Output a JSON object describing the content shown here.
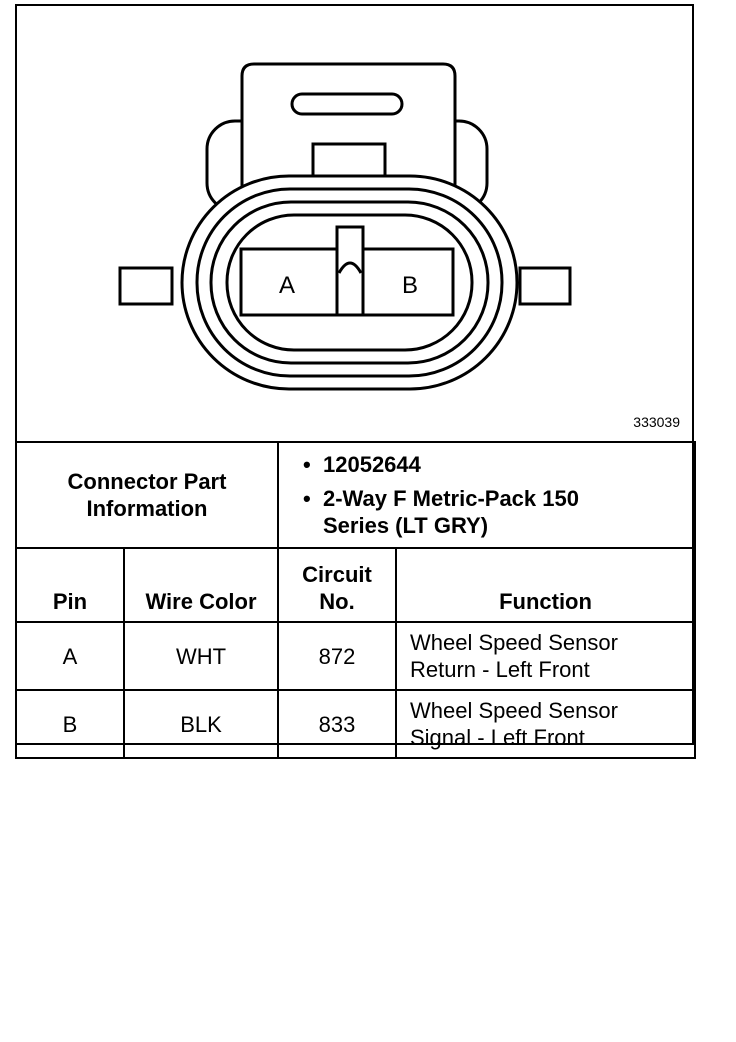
{
  "diagram": {
    "figure_id": "333039",
    "pins": [
      {
        "letter": "A"
      },
      {
        "letter": "B"
      }
    ]
  },
  "connector_info": {
    "label": "Connector Part Information",
    "part_number": "12052644",
    "description": "2-Way F Metric-Pack 150 Series (LT GRY)"
  },
  "table": {
    "headers": {
      "pin": "Pin",
      "wire_color": "Wire Color",
      "circuit_line1": "Circuit",
      "circuit_line2": "No.",
      "function": "Function"
    },
    "rows": [
      {
        "pin": "A",
        "wire_color": "WHT",
        "circuit": "872",
        "function_line1": "Wheel Speed Sensor",
        "function_line2": "Return - Left Front"
      },
      {
        "pin": "B",
        "wire_color": "BLK",
        "circuit": "833",
        "function_line1": "Wheel Speed Sensor",
        "function_line2": "Signal - Left Front"
      }
    ]
  }
}
